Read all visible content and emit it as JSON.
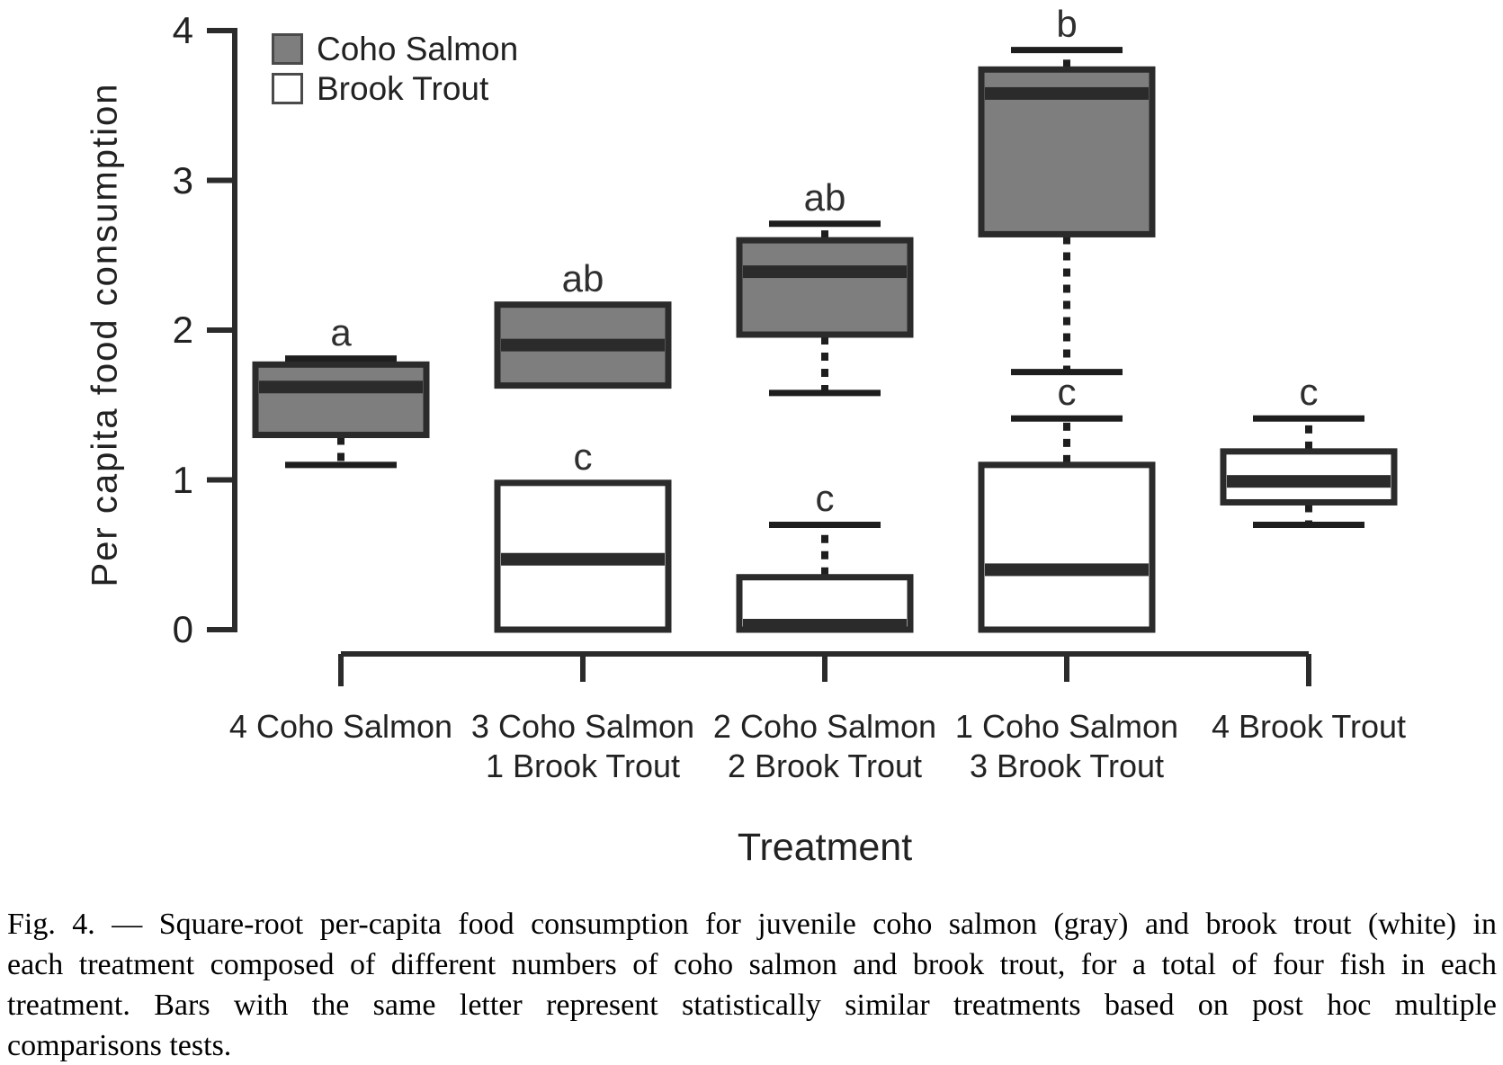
{
  "chart_data": {
    "type": "boxplot",
    "title": "",
    "ylabel": "Per capita food consumption",
    "xlabel": "Treatment",
    "ylim": [
      0,
      4
    ],
    "yticks": [
      0,
      1,
      2,
      3,
      4
    ],
    "grid": false,
    "legend_position": "top-left",
    "legend": [
      {
        "label": "Coho Salmon",
        "fill": "#7e7e7e"
      },
      {
        "label": "Brook Trout",
        "fill": "#ffffff"
      }
    ],
    "colors": {
      "box_border": "#2b2b2b",
      "median_band": "#2b2b2b",
      "whisker": "#1e1e1e",
      "axis": "#2b2b2b",
      "text": "#222222"
    },
    "categories": [
      [
        "4 Coho Salmon"
      ],
      [
        "3 Coho Salmon",
        "1 Brook Trout"
      ],
      [
        "2 Coho Salmon",
        "2 Brook Trout"
      ],
      [
        "1 Coho Salmon",
        "3 Brook Trout"
      ],
      [
        "4 Brook Trout"
      ]
    ],
    "boxes": [
      {
        "group": 0,
        "series": "Coho Salmon",
        "letter": "a",
        "whisker_high": 1.81,
        "q3": 1.77,
        "median": 1.62,
        "q1": 1.3,
        "whisker_low": 1.1
      },
      {
        "group": 1,
        "series": "Coho Salmon",
        "letter": "ab",
        "q3": 2.17,
        "median": 1.9,
        "q1": 1.63
      },
      {
        "group": 1,
        "series": "Brook Trout",
        "letter": "c",
        "q3": 0.98,
        "median": 0.47,
        "q1": 0
      },
      {
        "group": 2,
        "series": "Coho Salmon",
        "letter": "ab",
        "whisker_high": 2.71,
        "q3": 2.6,
        "median": 2.39,
        "q1": 1.97,
        "whisker_low": 1.58
      },
      {
        "group": 2,
        "series": "Brook Trout",
        "letter": "c",
        "whisker_high": 0.7,
        "q3": 0.35,
        "median": 0.03,
        "q1": 0
      },
      {
        "group": 3,
        "series": "Coho Salmon",
        "letter": "b",
        "whisker_high": 3.87,
        "q3": 3.74,
        "median": 3.58,
        "q1": 2.64,
        "whisker_low": 1.72
      },
      {
        "group": 3,
        "series": "Brook Trout",
        "letter": "c",
        "whisker_high": 1.41,
        "q3": 1.1,
        "median": 0.4,
        "q1": 0
      },
      {
        "group": 4,
        "series": "Brook Trout",
        "letter": "c",
        "whisker_high": 1.41,
        "q3": 1.19,
        "median": 0.99,
        "q1": 0.85,
        "whisker_low": 0.7
      }
    ]
  },
  "caption": {
    "lines": [
      "Fig. 4. — Square-root per-capita food consumption for juvenile coho salmon (gray) and brook trout (white) in",
      "each treatment composed of different numbers of coho salmon and brook trout, for a total of four fish in each",
      "treatment. Bars with the same letter represent statistically similar treatments based on post hoc multiple",
      "comparisons tests."
    ]
  }
}
